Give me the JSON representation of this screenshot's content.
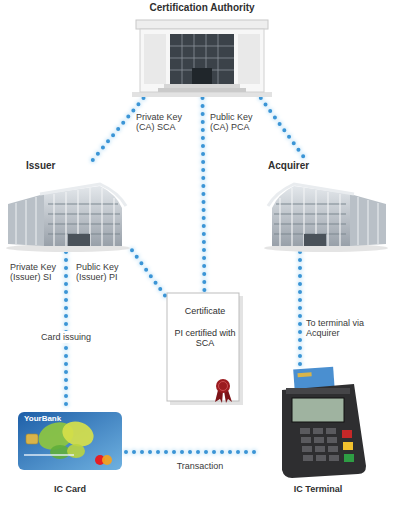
{
  "diagram": {
    "nodes": [
      {
        "text": [
          "Certification Authority"
        ]
      },
      {
        "text": [
          "Issuer"
        ]
      },
      {
        "text": [
          "Acquirer"
        ]
      },
      {
        "text": [
          "Certificate",
          "PI certified with SCA"
        ]
      },
      {
        "text": [
          "IC Card"
        ]
      },
      {
        "text": [
          "IC Terminal"
        ]
      }
    ],
    "edges": [
      {
        "from": 0,
        "to": 1,
        "arrow": "none"
      },
      {
        "from": 0,
        "to": 2,
        "arrow": "none"
      },
      {
        "from": 0,
        "to": 3,
        "arrow": "none"
      },
      {
        "from": 1,
        "to": 3,
        "arrow": "none"
      },
      {
        "from": 1,
        "to": 4,
        "label": "Card issuing",
        "arrow": "none"
      },
      {
        "from": 2,
        "to": 5,
        "label": "To terminal via Acquirer",
        "arrow": "none"
      },
      {
        "from": 4,
        "to": 5,
        "label": "Transaction",
        "arrow": "none"
      }
    ],
    "labels": [
      "Private Key (CA) SCA",
      "Public Key (CA) PCA",
      "Private Key (Issuer) SI",
      "Public Key (Issuer) PI",
      "YourBank"
    ]
  }
}
